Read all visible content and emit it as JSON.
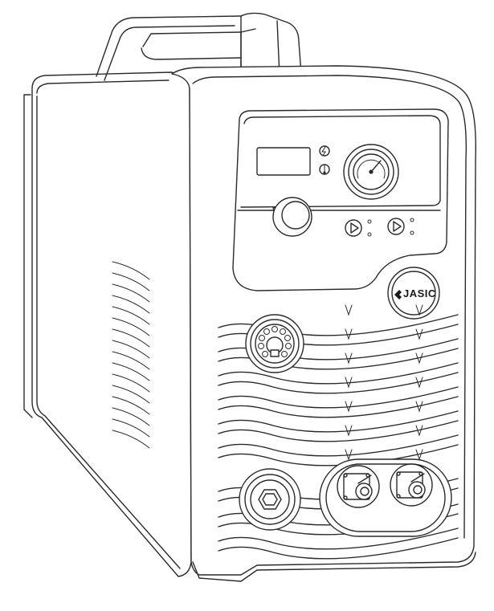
{
  "brand": {
    "name": "JASIC",
    "logo_icon": "jasic-arrow-logo"
  },
  "control_panel": {
    "display": "digital-display",
    "power_indicator_icon": "lightning-bolt-icon",
    "thermal_indicator_icon": "thermometer-icon",
    "gauge": "pressure-gauge",
    "knob": "current-adjust-knob",
    "buttons": [
      "play-button-left",
      "play-button-right"
    ]
  },
  "front_connectors": [
    "control-socket",
    "gas-outlet-fitting",
    "torch-terminal-left",
    "torch-terminal-right"
  ]
}
